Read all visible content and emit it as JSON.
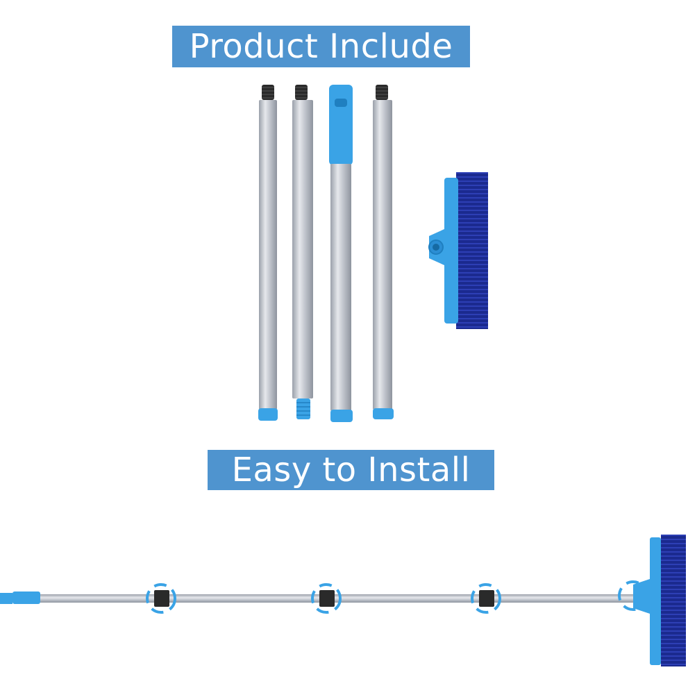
{
  "banners": {
    "product_include": "Product Include",
    "easy_install": "Easy to Install"
  },
  "colors": {
    "banner_blue": "#4f94cf",
    "accent_blue": "#3aa3e6",
    "bristle_navy": "#1d2f9c",
    "metal_silver": "#c3c7cf",
    "thread_black": "#2a2a2a"
  },
  "products": {
    "pole_sections": 4,
    "brush_heads": 1
  }
}
